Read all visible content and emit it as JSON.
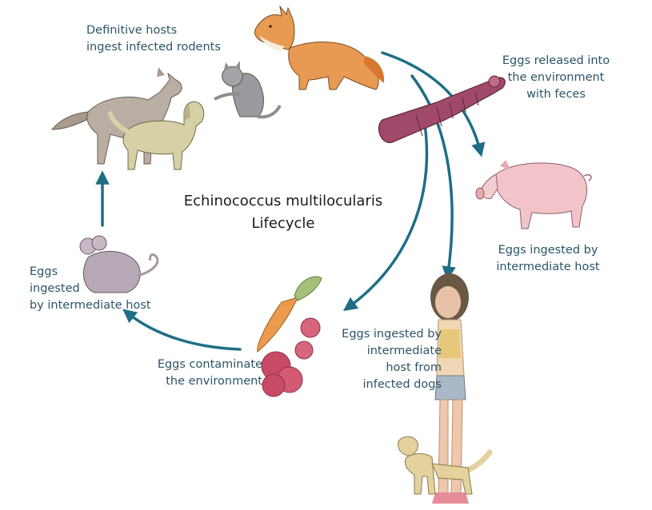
{
  "title": {
    "line1": "Echinococcus multilocularis",
    "line2": "Lifecycle"
  },
  "labels": {
    "definitive_hosts": {
      "line1": "Definitive hosts",
      "line2": "ingest infected rodents"
    },
    "eggs_released": {
      "line1": "Eggs released into",
      "line2": "the environment",
      "line3": "with feces"
    },
    "pig": {
      "line1": "Eggs ingested by",
      "line2": "intermediate host"
    },
    "human": {
      "line1": "Eggs ingested by",
      "line2": "intermediate",
      "line3": "host from",
      "line4": "infected dogs"
    },
    "contaminate": {
      "line1": "Eggs contaminate",
      "line2": "the environment"
    },
    "mouse": {
      "line1": "Eggs",
      "line2": "ingested",
      "line3": "by intermediate host"
    }
  },
  "colors": {
    "arrow": "#1f6e86",
    "label_text": "#2b5566",
    "title_text": "#1b1b1b"
  },
  "icons": [
    "fox-illustration",
    "cat-illustration",
    "wolf-illustration",
    "dog-illustration",
    "tapeworm-illustration",
    "pig-illustration",
    "girl-illustration",
    "puppy-illustration",
    "carrot-illustration",
    "raspberries-illustration",
    "mouse-illustration"
  ]
}
